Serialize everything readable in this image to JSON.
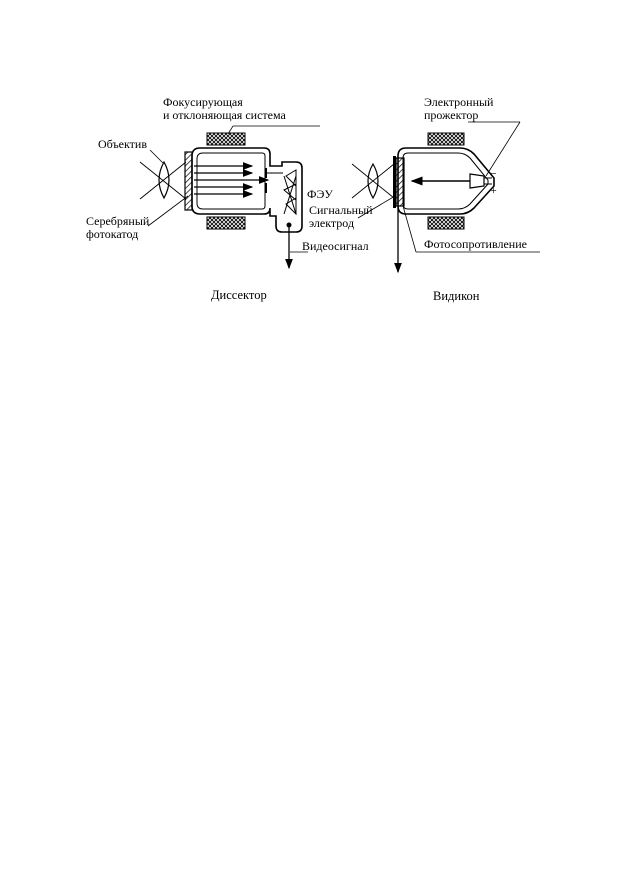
{
  "dissector": {
    "label_focusing_1": "Фокусирующая",
    "label_focusing_2": "и отклоняющая система",
    "label_objective": "Объектив",
    "label_photocathode_1": "Серебряный",
    "label_photocathode_2": "фотокатод",
    "label_pmt": "ФЭУ",
    "label_videosignal": "Видеосигнал",
    "caption": "Диссектор"
  },
  "vidicon": {
    "label_gun_1": "Электронный",
    "label_gun_2": "прожектор",
    "label_minus": "–",
    "label_plus": "+",
    "label_signal_electrode_1": "Сигнальный",
    "label_signal_electrode_2": "электрод",
    "label_photoresistor": "Фотосопротивление",
    "caption": "Видикон"
  },
  "colors": {
    "line": "#000000",
    "background": "#ffffff"
  }
}
